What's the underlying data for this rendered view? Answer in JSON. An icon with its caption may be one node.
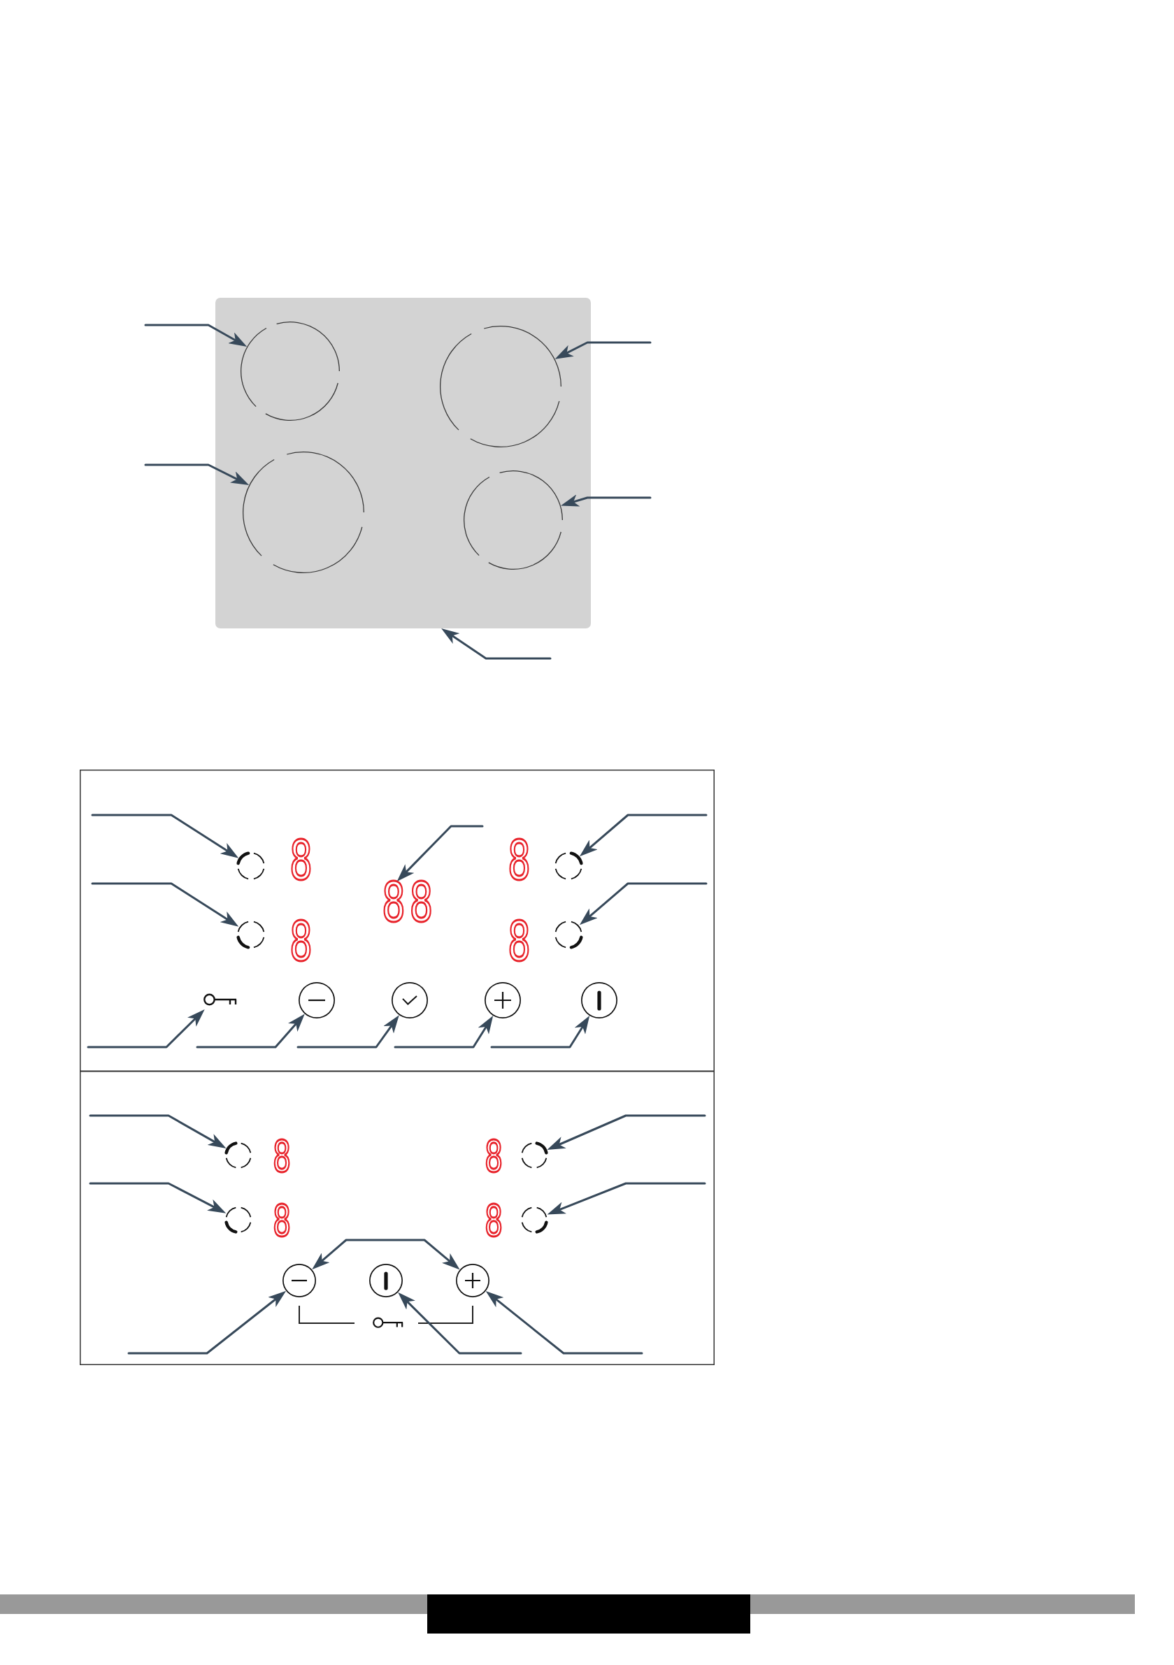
{
  "diagram": {
    "nodes": [
      {
        "text": [],
        "shape": "box"
      },
      {
        "text": [],
        "shape": "circle",
        "in": 0
      },
      {
        "text": [],
        "shape": "circle",
        "in": 0
      },
      {
        "text": [],
        "shape": "circle",
        "in": 0
      },
      {
        "text": [],
        "shape": "circle",
        "in": 0
      },
      {
        "text": [],
        "shape": "box"
      },
      {
        "text": [],
        "shape": "circle",
        "in": 5
      },
      {
        "text": [
          "88"
        ],
        "in": 5
      },
      {
        "text": [],
        "shape": "circle",
        "in": 5
      },
      {
        "text": [],
        "shape": "circle",
        "in": 5
      },
      {
        "text": [],
        "shape": "circle",
        "in": 5
      },
      {
        "text": [],
        "shape": "key",
        "in": 5
      },
      {
        "text": [],
        "shape": "circle",
        "in": 5
      },
      {
        "text": [],
        "shape": "circle",
        "in": 5
      },
      {
        "text": [],
        "shape": "circle",
        "in": 5
      },
      {
        "text": [],
        "shape": "circle",
        "in": 5
      },
      {
        "text": [],
        "shape": "box"
      },
      {
        "text": [],
        "shape": "circle",
        "in": 16
      },
      {
        "text": [],
        "shape": "circle",
        "in": 16
      },
      {
        "text": [],
        "shape": "circle",
        "in": 16
      },
      {
        "text": [],
        "shape": "circle",
        "in": 16
      },
      {
        "text": [],
        "shape": "circle",
        "in": 16
      },
      {
        "text": [],
        "shape": "circle",
        "in": 16
      },
      {
        "text": [],
        "shape": "circle",
        "in": 16
      }
    ],
    "edges": [
      {
        "from": null,
        "to": 1,
        "arrow": "to"
      },
      {
        "from": null,
        "to": 2,
        "arrow": "to"
      },
      {
        "from": null,
        "to": 3,
        "arrow": "to"
      },
      {
        "from": null,
        "to": 4,
        "arrow": "to"
      },
      {
        "from": null,
        "to": 0,
        "arrow": "to"
      },
      {
        "from": null,
        "to": 6,
        "arrow": "to"
      },
      {
        "from": null,
        "to": 7,
        "arrow": "to"
      },
      {
        "from": null,
        "to": 8,
        "arrow": "to"
      },
      {
        "from": null,
        "to": 9,
        "arrow": "to"
      },
      {
        "from": null,
        "to": 10,
        "arrow": "to"
      },
      {
        "from": null,
        "to": 11,
        "arrow": "to"
      },
      {
        "from": null,
        "to": 12,
        "arrow": "to"
      },
      {
        "from": null,
        "to": 13,
        "arrow": "to"
      },
      {
        "from": null,
        "to": 14,
        "arrow": "to"
      },
      {
        "from": null,
        "to": 15,
        "arrow": "to"
      },
      {
        "from": null,
        "to": 17,
        "arrow": "to"
      },
      {
        "from": null,
        "to": 18,
        "arrow": "to"
      },
      {
        "from": null,
        "to": 19,
        "arrow": "to"
      },
      {
        "from": null,
        "to": 20,
        "arrow": "to"
      },
      {
        "from": 21,
        "to": 23,
        "arrow": "both"
      },
      {
        "from": null,
        "to": 21,
        "arrow": "to"
      },
      {
        "from": null,
        "to": 22,
        "arrow": "to"
      },
      {
        "from": null,
        "to": 23,
        "arrow": "to"
      }
    ],
    "labels": [
      "8",
      "8",
      "8",
      "8",
      "8",
      "8",
      "8",
      "8"
    ]
  }
}
